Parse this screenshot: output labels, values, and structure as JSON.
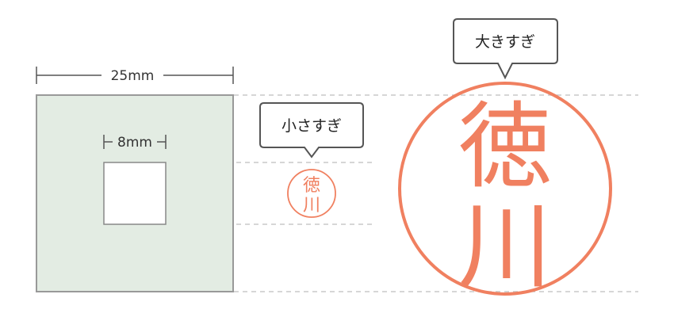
{
  "board": {
    "width_label": "25mm",
    "hole_label": "8mm"
  },
  "callouts": {
    "small": "小さすぎ",
    "large": "大きすぎ"
  },
  "stamp": {
    "top_char": "徳",
    "bottom_char": "川",
    "color": "#f08060"
  },
  "colors": {
    "board_fill": "#e3ece3",
    "board_stroke": "#999999",
    "guide_line": "#c8c8c8",
    "bubble_stroke": "#555555"
  }
}
